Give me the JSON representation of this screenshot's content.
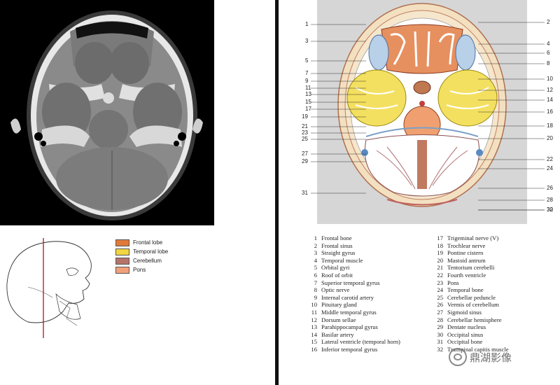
{
  "legend": [
    {
      "label": "Frontal lobe",
      "color": "#e07a3a"
    },
    {
      "label": "Temporal lobe",
      "color": "#f2d542"
    },
    {
      "label": "Cerebellum",
      "color": "#b5746a"
    },
    {
      "label": "Pons",
      "color": "#f2a07a"
    }
  ],
  "callout_numbers": {
    "left": [
      "1",
      "3",
      "5",
      "7",
      "9",
      "11",
      "13",
      "15",
      "17",
      "19",
      "21",
      "23",
      "25",
      "27",
      "29",
      "31"
    ],
    "right": [
      "2",
      "4",
      "6",
      "8",
      "10",
      "12",
      "14",
      "16",
      "18",
      "20",
      "22",
      "24",
      "26",
      "28",
      "30",
      "32"
    ]
  },
  "key_left": [
    {
      "num": "1",
      "text": "Frontal bone"
    },
    {
      "num": "2",
      "text": "Frontal sinus"
    },
    {
      "num": "3",
      "text": "Straight gyrus"
    },
    {
      "num": "4",
      "text": "Temporal muscle"
    },
    {
      "num": "5",
      "text": "Orbital gyri"
    },
    {
      "num": "6",
      "text": "Roof of orbit"
    },
    {
      "num": "7",
      "text": "Superior temporal gyrus"
    },
    {
      "num": "8",
      "text": "Optic nerve"
    },
    {
      "num": "9",
      "text": "Internal carotid artery"
    },
    {
      "num": "10",
      "text": "Pituitary gland"
    },
    {
      "num": "11",
      "text": "Middle temporal gyrus"
    },
    {
      "num": "12",
      "text": "Dorsum sellae"
    },
    {
      "num": "13",
      "text": "Parahippocampal gyrus"
    },
    {
      "num": "14",
      "text": "Basilar artery"
    },
    {
      "num": "15",
      "text": "Lateral ventricle (temporal horn)"
    },
    {
      "num": "16",
      "text": "Inferior temporal gyrus"
    }
  ],
  "key_right": [
    {
      "num": "17",
      "text": "Trigeminal nerve (V)"
    },
    {
      "num": "18",
      "text": "Trochlear nerve"
    },
    {
      "num": "19",
      "text": "Pontine cistern"
    },
    {
      "num": "20",
      "text": "Mastoid antrum"
    },
    {
      "num": "21",
      "text": "Tentorium cerebelli"
    },
    {
      "num": "22",
      "text": "Fourth ventricle"
    },
    {
      "num": "23",
      "text": "Pons"
    },
    {
      "num": "24",
      "text": "Temporal bone"
    },
    {
      "num": "25",
      "text": "Cerebellar peduncle"
    },
    {
      "num": "26",
      "text": "Vermis of cerebellum"
    },
    {
      "num": "27",
      "text": "Sigmoid sinus"
    },
    {
      "num": "28",
      "text": "Cerebellar hemisphere"
    },
    {
      "num": "29",
      "text": "Dentate nucleus"
    },
    {
      "num": "30",
      "text": "Occipital sinus"
    },
    {
      "num": "31",
      "text": "Occipital bone"
    },
    {
      "num": "32",
      "text": "Transpinal capitis muscle"
    }
  ],
  "watermark": {
    "text": "鼎湖影像",
    "icon": "wechat-icon"
  }
}
